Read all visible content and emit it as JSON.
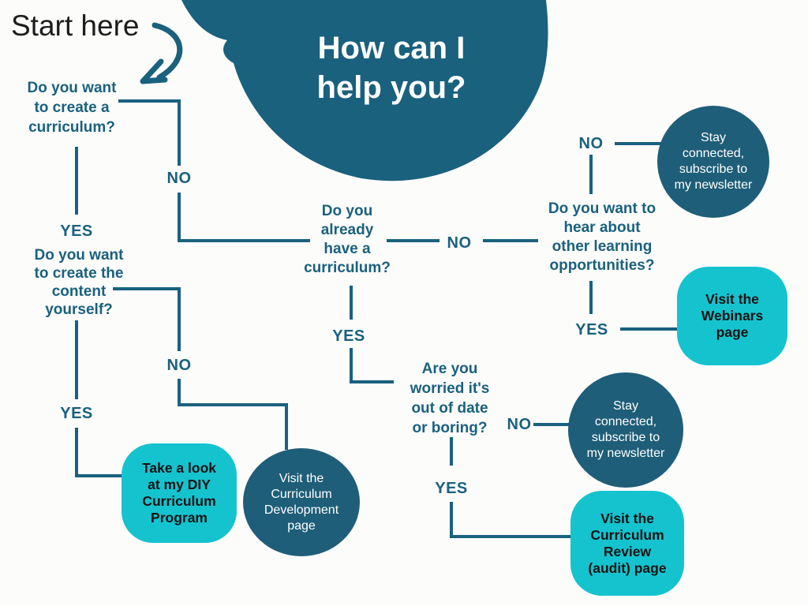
{
  "header": {
    "start_label": "Start here",
    "bubble_title": "How can I\nhelp you?"
  },
  "colors": {
    "dark_teal": "#1a617e",
    "node_teal": "#1e5e78",
    "cyan": "#15c3cf",
    "ink": "#1d1d1d",
    "background": "#fcfcfb"
  },
  "questions": {
    "create_curriculum": "Do you want\nto create a\ncurriculum?",
    "already_have_curriculum": "Do you\nalready\nhave a\ncurriculum?",
    "hear_about_opportunities": "Do you want to\nhear about\nother learning\nopportunities?",
    "worried_out_of_date": "Are you\nworried it's\nout of date\nor boring?",
    "create_content_yourself": "Do you want\nto create the\ncontent\nyourself?"
  },
  "decision_labels": {
    "yes": "YES",
    "no": "NO"
  },
  "endpoints": {
    "newsletter_top": "Stay\nconnected,\nsubscribe to\nmy newsletter",
    "webinars_page": "Visit the\nWebinars\npage",
    "newsletter_bottom": "Stay\nconnected,\nsubscribe to\nmy newsletter",
    "curriculum_review_page": "Visit the\nCurriculum\nReview\n(audit) page",
    "diy_program": "Take a look\nat  my DIY\nCurriculum\nProgram",
    "curriculum_development_page": "Visit the\nCurriculum\nDevelopment\npage"
  },
  "edges": [
    {
      "from": "create_curriculum",
      "label": "NO",
      "to": "already_have_curriculum"
    },
    {
      "from": "create_curriculum",
      "label": "YES",
      "to": "create_content_yourself"
    },
    {
      "from": "create_content_yourself",
      "label": "NO",
      "to": "curriculum_development_page"
    },
    {
      "from": "create_content_yourself",
      "label": "YES",
      "to": "diy_program"
    },
    {
      "from": "already_have_curriculum",
      "label": "NO",
      "to": "hear_about_opportunities"
    },
    {
      "from": "already_have_curriculum",
      "label": "YES",
      "to": "worried_out_of_date"
    },
    {
      "from": "hear_about_opportunities",
      "label": "NO",
      "to": "newsletter_top"
    },
    {
      "from": "hear_about_opportunities",
      "label": "YES",
      "to": "webinars_page"
    },
    {
      "from": "worried_out_of_date",
      "label": "NO",
      "to": "newsletter_bottom"
    },
    {
      "from": "worried_out_of_date",
      "label": "YES",
      "to": "curriculum_review_page"
    }
  ]
}
